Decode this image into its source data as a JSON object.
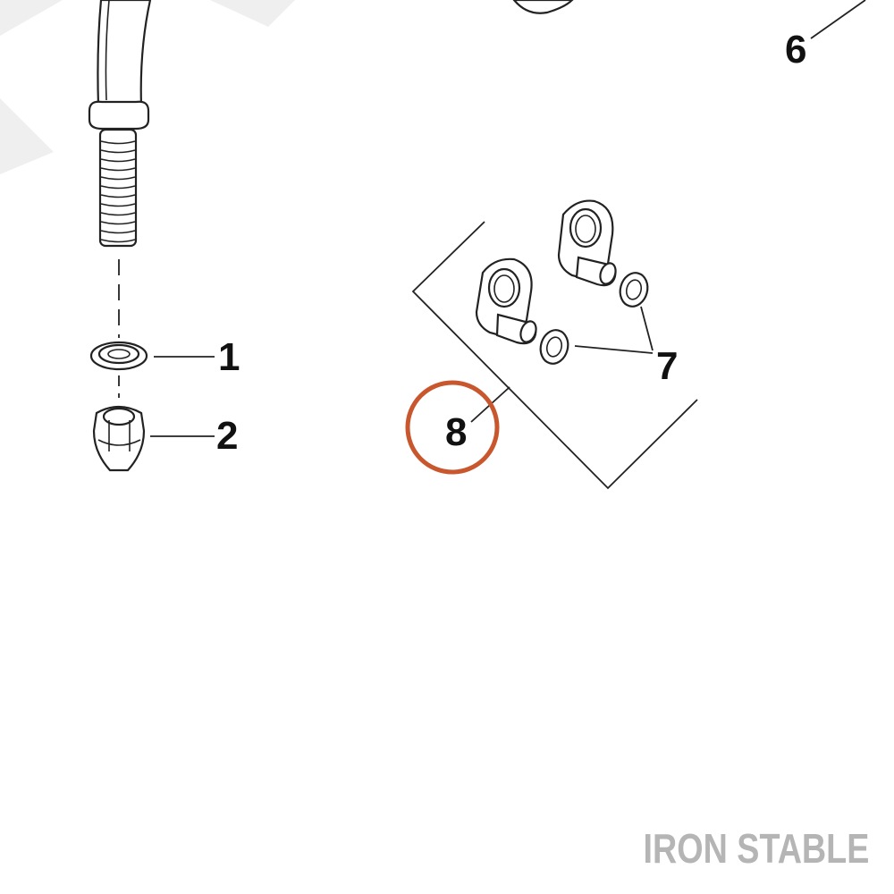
{
  "diagram": {
    "callouts": [
      {
        "id": "1",
        "label": "1"
      },
      {
        "id": "2",
        "label": "2"
      },
      {
        "id": "6",
        "label": "6"
      },
      {
        "id": "7",
        "label": "7"
      },
      {
        "id": "8",
        "label": "8"
      }
    ],
    "highlight": {
      "target": "8",
      "color": "#C8572E"
    },
    "watermark": {
      "text": "IRON STABLE",
      "color": "#B5B5B5"
    },
    "background_mark_color": "#EFEFEF"
  }
}
